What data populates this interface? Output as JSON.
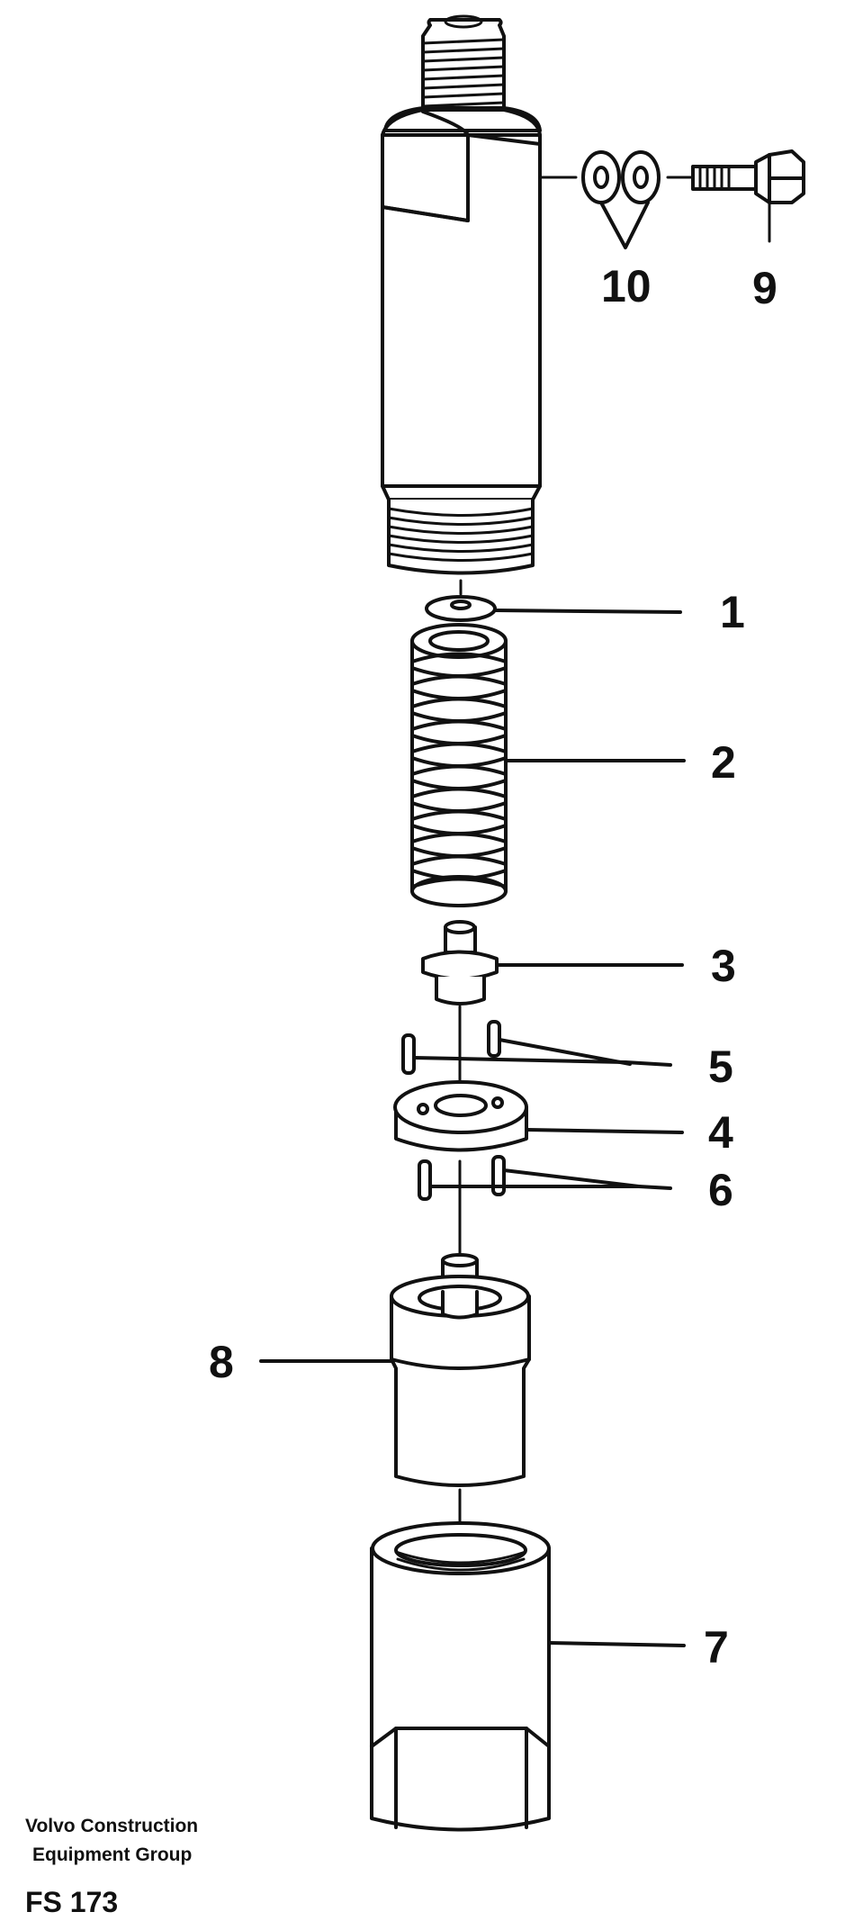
{
  "diagram": {
    "ink_color": "#111111",
    "paper_color": "#ffffff",
    "callouts": [
      {
        "id": "1",
        "label": "1"
      },
      {
        "id": "2",
        "label": "2"
      },
      {
        "id": "3",
        "label": "3"
      },
      {
        "id": "4",
        "label": "4"
      },
      {
        "id": "5",
        "label": "5"
      },
      {
        "id": "6",
        "label": "6"
      },
      {
        "id": "7",
        "label": "7"
      },
      {
        "id": "8",
        "label": "8"
      },
      {
        "id": "9",
        "label": "9"
      },
      {
        "id": "10",
        "label": "10"
      }
    ]
  },
  "footer": {
    "company_line1": "Volvo Construction",
    "company_line2": "Equipment Group",
    "figure_code": "FS 173"
  }
}
